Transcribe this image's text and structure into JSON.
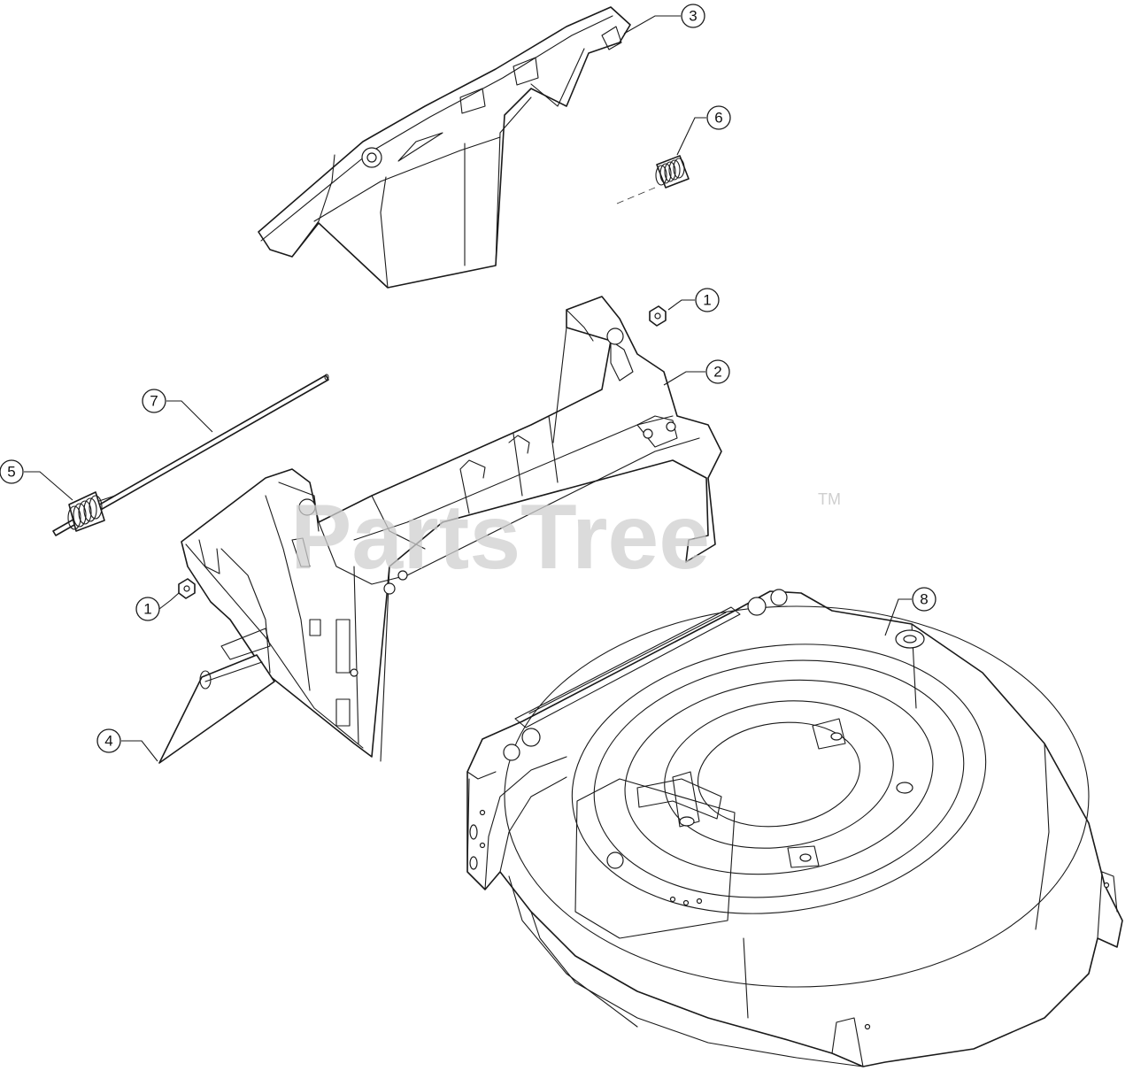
{
  "watermark": {
    "text": "PartsTree",
    "trademark": "TM"
  },
  "callouts": [
    {
      "label": "1"
    },
    {
      "label": "1"
    },
    {
      "label": "2"
    },
    {
      "label": "3"
    },
    {
      "label": "4"
    },
    {
      "label": "5"
    },
    {
      "label": "6"
    },
    {
      "label": "7"
    },
    {
      "label": "8"
    }
  ]
}
